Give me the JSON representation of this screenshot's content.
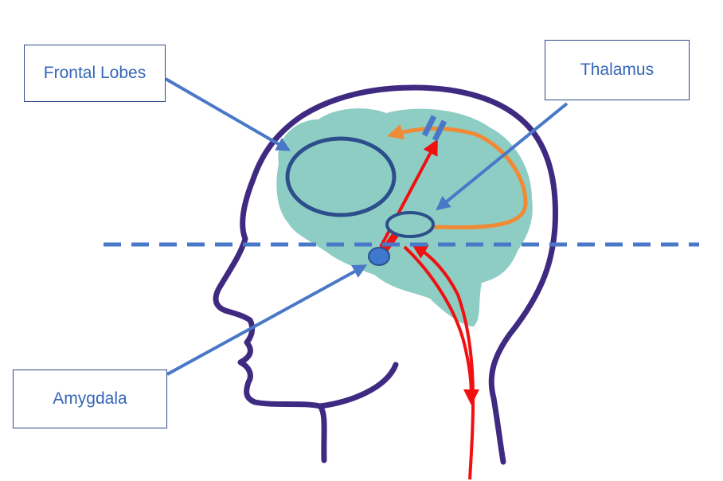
{
  "labels": {
    "frontal_lobes": "Frontal Lobes",
    "thalamus": "Thalamus",
    "amygdala": "Amygdala"
  },
  "colors": {
    "brain_fill": "#8ecdc4",
    "head_outline": "#3f2a82",
    "structure_outline": "#2c4f8c",
    "pointer_arrow": "#4a78c9",
    "signal_path": "#f01010",
    "cortical_loop": "#f08a35",
    "dashed_line": "#4a78c9",
    "amygdala_fill": "#3f78cf",
    "label_text": "#3566b8"
  }
}
